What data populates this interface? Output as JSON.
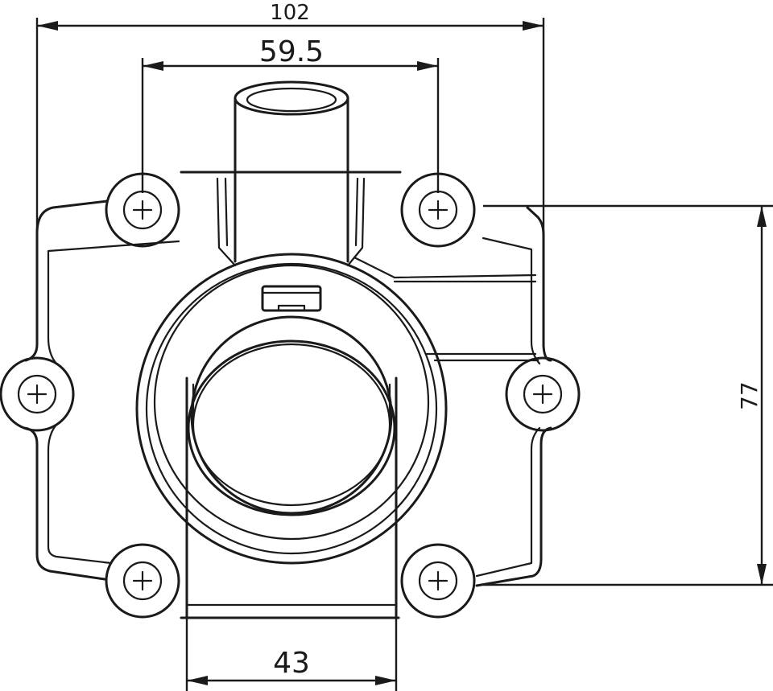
{
  "dimensions": {
    "overall_width": "102",
    "bolt_spacing_top": "59.5",
    "outlet_diameter": "43",
    "bolt_spacing_vertical": "77"
  },
  "colors": {
    "line": "#1a1a1a",
    "background": "#ffffff"
  }
}
